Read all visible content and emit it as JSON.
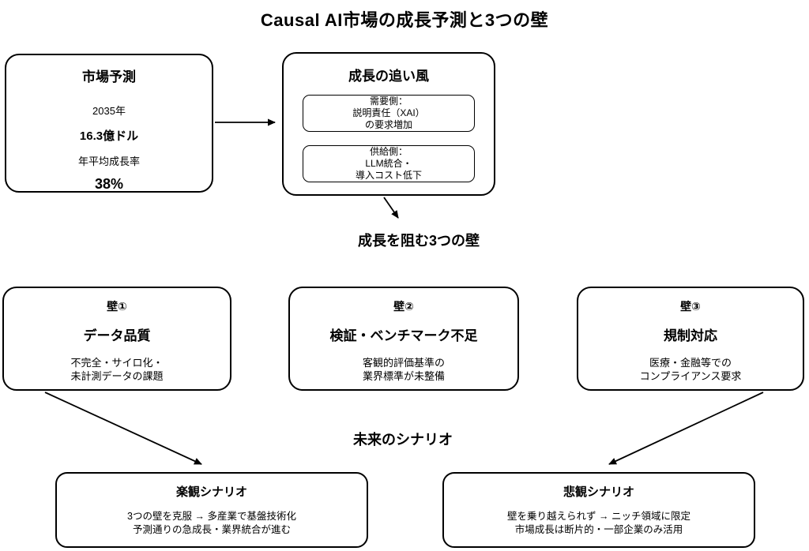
{
  "title": "Causal AI市場の成長予測と3つの壁",
  "market": {
    "title": "市場予測",
    "year": "2035年",
    "value": "16.3億ドル",
    "cagr_label": "年平均成長率",
    "cagr_value": "38%"
  },
  "tailwind": {
    "title": "成長の追い風",
    "demand": "需要側：\n説明責任（XAI）\nの要求増加",
    "supply": "供給側：\nLLM統合・\n導入コスト低下"
  },
  "walls_heading": "成長を阻む3つの壁",
  "walls": [
    {
      "label": "壁①",
      "title": "データ品質",
      "desc": "不完全・サイロ化・\n未計測データの課題"
    },
    {
      "label": "壁②",
      "title": "検証・ベンチマーク不足",
      "desc": "客観的評価基準の\n業界標準が未整備"
    },
    {
      "label": "壁③",
      "title": "規制対応",
      "desc": "医療・金融等での\nコンプライアンス要求"
    }
  ],
  "scenarios_heading": "未来のシナリオ",
  "scenarios": [
    {
      "title": "楽観シナリオ",
      "desc": "3つの壁を克服 → 多産業で基盤技術化\n予測通りの急成長・業界統合が進む"
    },
    {
      "title": "悲観シナリオ",
      "desc": "壁を乗り越えられず → ニッチ領域に限定\n市場成長は断片的・一部企業のみ活用"
    }
  ],
  "colors": {
    "line": "#000000",
    "background": "#ffffff"
  }
}
